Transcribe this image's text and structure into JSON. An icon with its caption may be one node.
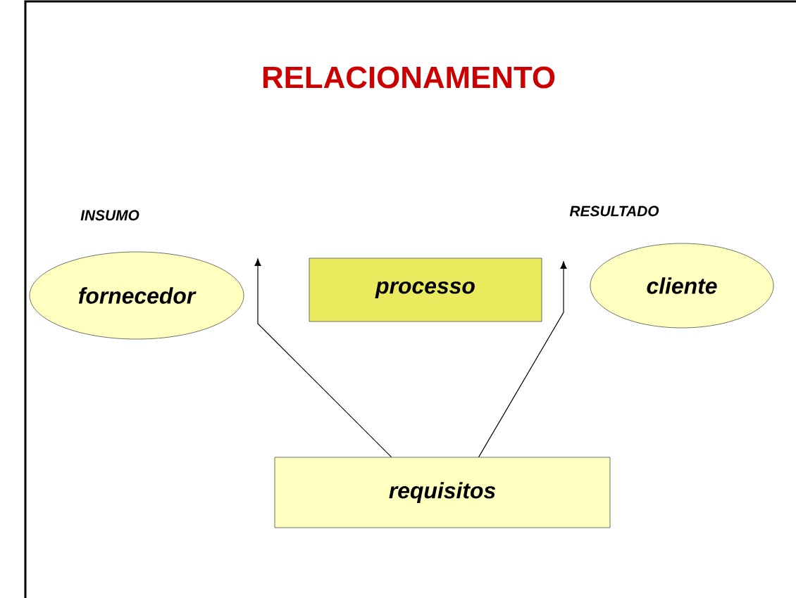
{
  "diagram": {
    "title": "RELACIONAMENTO",
    "nodes": [
      {
        "text": [
          "fornecedor"
        ]
      },
      {
        "text": [
          "processo"
        ]
      },
      {
        "text": [
          "cliente"
        ]
      },
      {
        "text": [
          "requisitos"
        ]
      }
    ],
    "edges": [
      {
        "from": 3,
        "to": null,
        "arrow": "to"
      },
      {
        "from": 3,
        "to": null,
        "arrow": "to"
      }
    ],
    "labels": [
      "INSUMO",
      "RESULTADO"
    ]
  }
}
